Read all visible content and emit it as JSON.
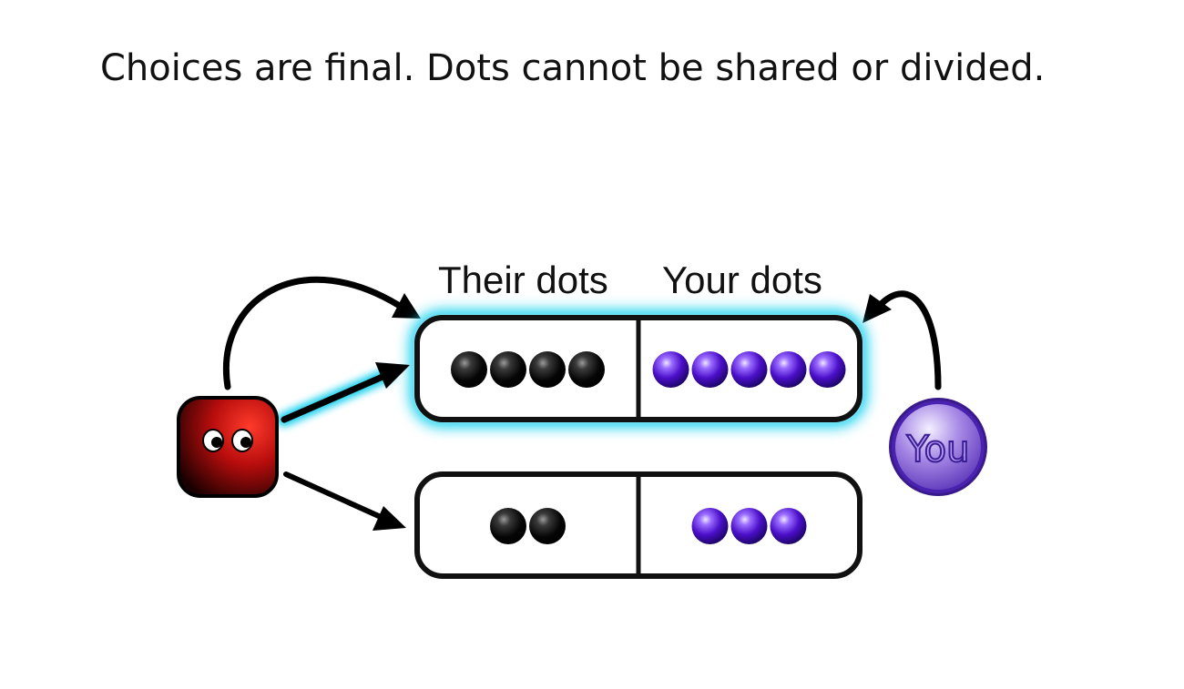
{
  "instruction": "Choices are final.  Dots cannot be shared or divided.",
  "headers": {
    "their": "Their dots",
    "your": "Your dots"
  },
  "you_label": "You",
  "options": [
    {
      "their_dots": 4,
      "your_dots": 5,
      "selected": true
    },
    {
      "their_dots": 2,
      "your_dots": 3,
      "selected": false
    }
  ],
  "colors": {
    "their_dot": "#000000",
    "your_dot": "#4b0fc9",
    "highlight": "#22d3f0",
    "agent": "#cc1111",
    "you_badge": "#7a55c9"
  },
  "icons": {
    "agent": "red-square-face-icon",
    "you": "you-badge-icon"
  }
}
